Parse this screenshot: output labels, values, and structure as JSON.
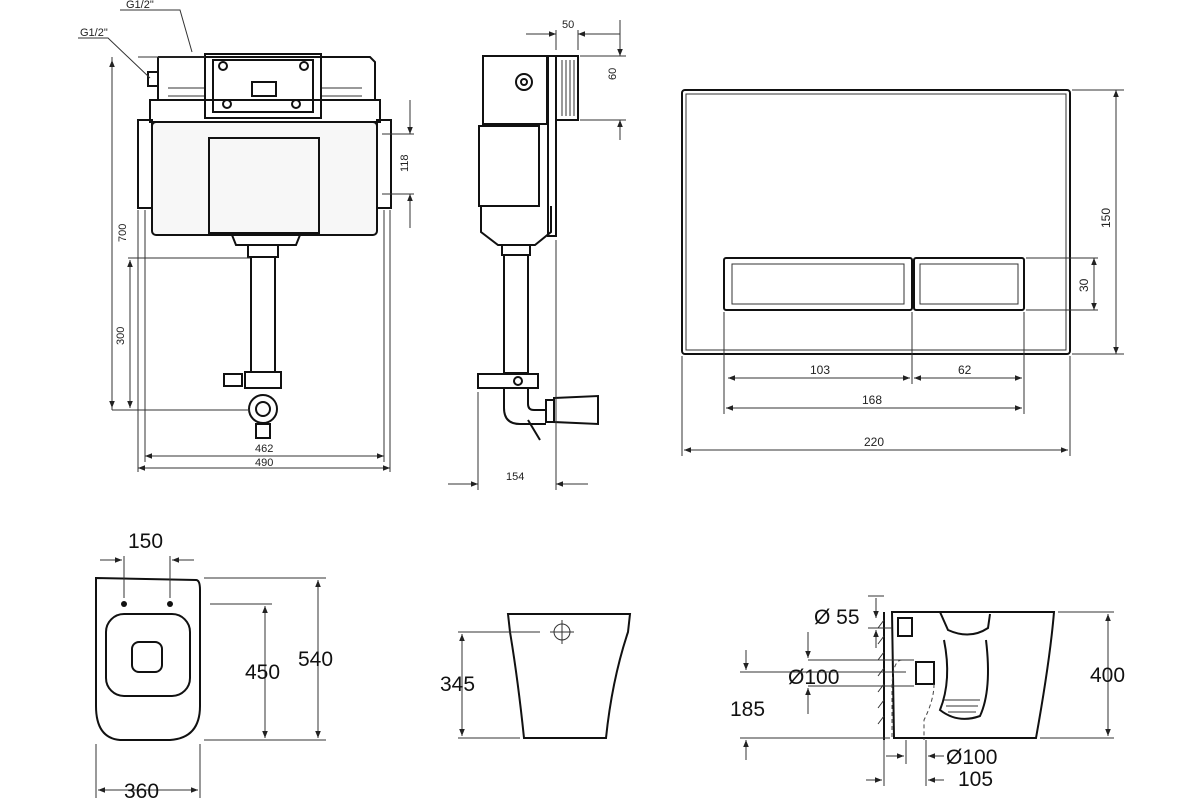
{
  "cistern_front": {
    "thread_top": "G1/2\"",
    "thread_left": "G1/2\"",
    "dim_total_height": "700",
    "dim_outlet_height": "300",
    "dim_frame_top": "118",
    "dim_width_inner": "462",
    "dim_width_outer": "490"
  },
  "cistern_side": {
    "dim_depth": "154",
    "dim_pipe_width": "50",
    "dim_pipe_height": "60"
  },
  "flush_plate": {
    "dim_width": "220",
    "dim_height": "150",
    "dim_button_height": "30",
    "dim_button_left": "103",
    "dim_button_right": "62",
    "dim_buttons_total": "168"
  },
  "toilet_top": {
    "dim_bolt_spacing": "150",
    "dim_bolt_depth": "450",
    "dim_length": "540",
    "dim_width": "360"
  },
  "toilet_front": {
    "dim_height": "345"
  },
  "toilet_side": {
    "dim_inlet": "Ø 55",
    "dim_outlet": "Ø100",
    "dim_outlet_height": "185",
    "dim_height": "400",
    "dim_outlet_bottom": "Ø100",
    "dim_outlet_offset": "105"
  }
}
